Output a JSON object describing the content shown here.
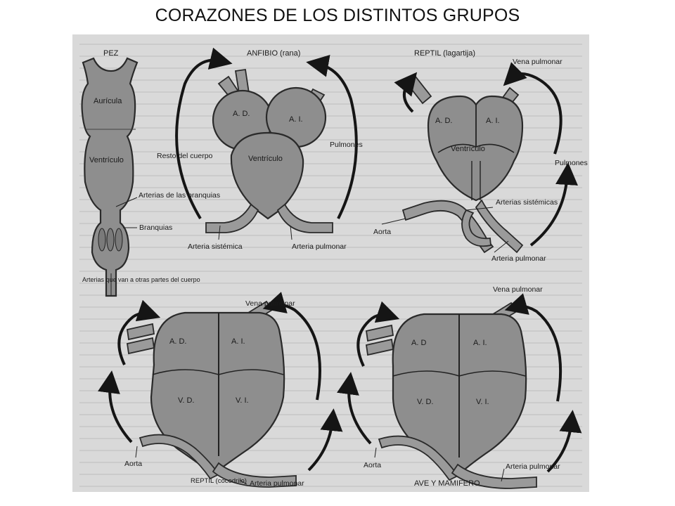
{
  "slide": {
    "title": "CORAZONES DE LOS DISTINTOS GRUPOS"
  },
  "colors": {
    "background": "#ffffff",
    "figure_bg": "#d9d9d9",
    "heart_fill": "#8e8e8e",
    "ink": "#1a1a1a"
  },
  "panels": {
    "fish": {
      "title": "PEZ",
      "auricula": "Aurícula",
      "ventriculo": "Ventrículo",
      "arterias_branquias": "Arterias de las branquias",
      "branquias": "Branquias",
      "arterias_cuerpo": "Arterias que van a otras partes del cuerpo"
    },
    "amphibian": {
      "title": "ANFIBIO (rana)",
      "ad": "A. D.",
      "ai": "A. I.",
      "ventriculo": "Ventrículo",
      "resto_cuerpo": "Resto del cuerpo",
      "pulmones": "Pulmones",
      "arteria_sistemica": "Arteria sistémica",
      "arteria_pulmonar": "Arteria pulmonar"
    },
    "reptile_lizard": {
      "title": "REPTIL (lagartija)",
      "vena_pulmonar": "Vena pulmonar",
      "ad": "A. D.",
      "ai": "A. I.",
      "ventriculo": "Ventrículo",
      "pulmones": "Pulmones",
      "arterias_sistemicas": "Arterias sistémicas",
      "aorta": "Aorta",
      "arteria_pulmonar": "Arteria pulmonar"
    },
    "reptile_croc": {
      "title": "REPTIL (cocodrilo)",
      "vena_pulmonar": "Vena pulmonar",
      "ad": "A. D.",
      "ai": "A. I.",
      "vd": "V. D.",
      "vi": "V. I.",
      "aorta": "Aorta",
      "arteria_pulmonar": "Arteria pulmonar"
    },
    "bird_mammal": {
      "title": "AVE Y MAMIFERO",
      "vena_pulmonar": "Vena pulmonar",
      "ad": "A. D",
      "ai": "A. I.",
      "vd": "V. D.",
      "vi": "V. I.",
      "aorta": "Aorta",
      "arteria_pulmonar": "Arteria pulmonar"
    }
  }
}
